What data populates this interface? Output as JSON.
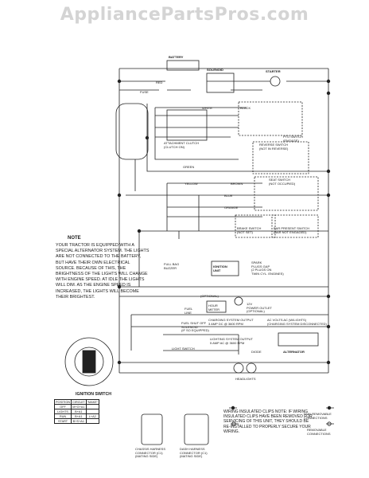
{
  "watermark": "AppliancePartsPros.com",
  "note": {
    "title": "NOTE",
    "body": "YOUR TRACTOR IS EQUIPPED WITH A SPECIAL ALTERNATOR SYSTEM. THE LIGHTS ARE NOT CONNECTED TO THE BATTERY, BUT HAVE THEIR OWN ELECTRICAL SOURCE. BECAUSE OF THIS, THE BRIGHTNESS OF THE LIGHTS WILL CHANGE WITH ENGINE SPEED. AT IDLE THE LIGHTS WILL DIM. AS THE ENGINE SPEED IS INCREASED, THE LIGHTS WILL BECOME THEIR BRIGHTEST."
  },
  "labels": {
    "battery": "BATTERY",
    "solenoid": "SOLENOID",
    "starter": "STARTER",
    "fuse": "FUSE",
    "attachment_clutch": "ATTACHMENT CLUTCH\n(CLUTCH ON)",
    "pto_switch": "PTO SWITCH\n(ENGAGE)",
    "reverse_switch": "REVERSE SWITCH\n(NOT IN REVERSE)",
    "seat_switch": "SEAT SWITCH\n(NOT OCCUPIED)",
    "brake_switch": "BRAKE SWITCH\n(NOT SET)",
    "bar_present": "BAR PRESENT SWITCH\n(BAR NOT ENGAGED)",
    "full_bag": "FULL BAG\nBUZZER",
    "ignition_unit": "IGNITION\nUNIT",
    "spark_plugs": "SPARK\nPLUGS GAP\n(2 PLUGS ON\nTWIN CYL. ENGINES)",
    "optional": "(OPTIONAL)",
    "hour_meter": "HOUR\nMETER",
    "fuel_line": "FUEL\nLINE",
    "fuel_shutoff": "FUEL SHUT OFF\nSOLENOID\n(IF SO EQUIPPED)",
    "power_outlet": "12V\nPOWER OUTLET\n(OPTIONAL)",
    "charging_output": "CHARGING SYSTEM OUTPUT\n3 AMP DC @ 3600 RPM",
    "ac_volts": "AC VOLTS AC (W/LIGHTS)\n(CHARGING SYSTEM DISCONNECTED)",
    "lighting_output": "LIGHTING SYSTEM OUTPUT\n5 AMP AC @ 3600 RPM",
    "light_switch": "LIGHT SWITCH",
    "diode": "DIODE",
    "alternator": "ALTERNATOR",
    "headlights": "HEADLIGHTS",
    "chassis_harness": "CHASSIS HARNESS\nCONNECTOR (C1)\n(MATING SIDE)",
    "dash_harness": "DASH HARNESS\nCONNECTOR (C1)\n(MATING SIDE)",
    "non_removable": "NON-REMOVABLE\nCONNECTIONS",
    "removable": "REMOVABLE\nCONNECTIONS",
    "red": "RED",
    "black": "BLACK",
    "white": "WHITE",
    "green": "GREEN",
    "yellow": "YELLOW",
    "orange": "ORANGE",
    "blue": "BLUE",
    "brown": "BROWN"
  },
  "wiring_note": "WIRING INSULATED CLIPS NOTE: IF WIRING INSULATED CLIPS HAVE BEEN REMOVED FOR SERVICING OF THIS UNIT, THEY SHOULD BE RE-INSTALLED TO PROPERLY SECURE YOUR WIRING.",
  "ignition": {
    "title": "IGNITION SWITCH",
    "headers": [
      "POSITION",
      "CIRCUIT",
      "\"MAKE\""
    ],
    "rows": [
      [
        "OFF",
        "M+G+A1",
        ""
      ],
      [
        "LIGHTS",
        "B+A1",
        ""
      ],
      [
        "RUN",
        "B+A1",
        "L+A2"
      ],
      [
        "START",
        "B+S+A1",
        ""
      ]
    ]
  }
}
